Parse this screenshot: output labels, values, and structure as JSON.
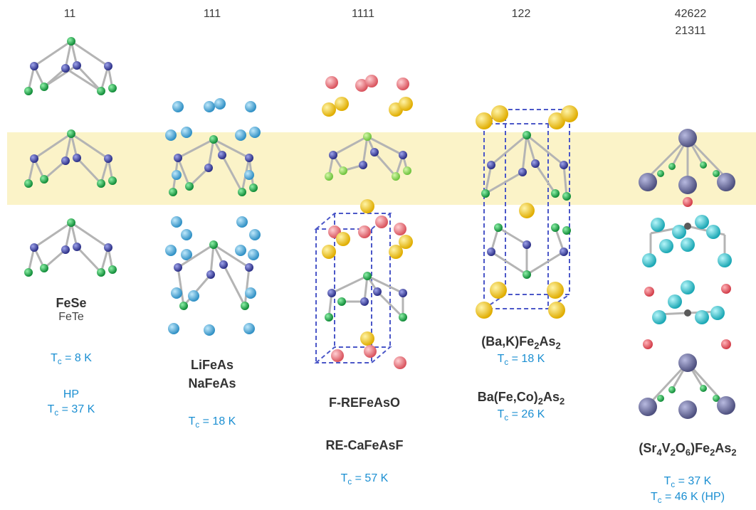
{
  "headers": [
    "11",
    "111",
    "1111",
    "122",
    "42622",
    "21311"
  ],
  "col11": {
    "formula1": "FeSe",
    "formula2": "FeTe",
    "tc1_prefix": "T",
    "tc1_sub": "c",
    "tc1_value": "= 8 K",
    "hp_label": "HP",
    "tc2_prefix": "T",
    "tc2_sub": "c",
    "tc2_value": "= 37 K"
  },
  "col111": {
    "formula1": "LiFeAs",
    "formula2": "NaFeAs",
    "tc_prefix": "T",
    "tc_sub": "c",
    "tc_value": "= 18 K"
  },
  "col1111": {
    "formula1": "F-REFeAsO",
    "formula2": "RE-CaFeAsF",
    "tc_prefix": "T",
    "tc_sub": "c",
    "tc_value": "= 57 K"
  },
  "col122": {
    "f1_a": "(Ba,K)Fe",
    "f1_s1": "2",
    "f1_b": "As",
    "f1_s2": "2",
    "tc1_prefix": "T",
    "tc1_sub": "c",
    "tc1_value": "= 18 K",
    "f2_a": "Ba(Fe,Co)",
    "f2_s1": "2",
    "f2_b": "As",
    "f2_s2": "2",
    "tc2_prefix": "T",
    "tc2_sub": "c",
    "tc2_value": "= 26 K"
  },
  "col42622": {
    "f_a": "(Sr",
    "f_s1": "4",
    "f_b": "V",
    "f_s2": "2",
    "f_c": "O",
    "f_s3": "6",
    "f_d": ")Fe",
    "f_s4": "2",
    "f_e": "As",
    "f_s5": "2",
    "tc1_prefix": "T",
    "tc1_sub": "c",
    "tc1_value": "= 37 K",
    "tc2_prefix": "T",
    "tc2_sub": "c",
    "tc2_value": "= 46 K (HP)"
  },
  "colors": {
    "highlight_band": "#fbf3c8",
    "tc_text": "#1b8fd2",
    "fe_atom": "#3b3f9a",
    "chalcogen_atom": "#1aa84a",
    "alkali_atom": "#3b9fd0",
    "oxygen_atom": "#e8747c",
    "re_atom": "#f1c71a",
    "sr_atom": "#6d6fa6",
    "cyan_atom": "#2fc4d0",
    "unit_cell": "#4b57c8"
  }
}
